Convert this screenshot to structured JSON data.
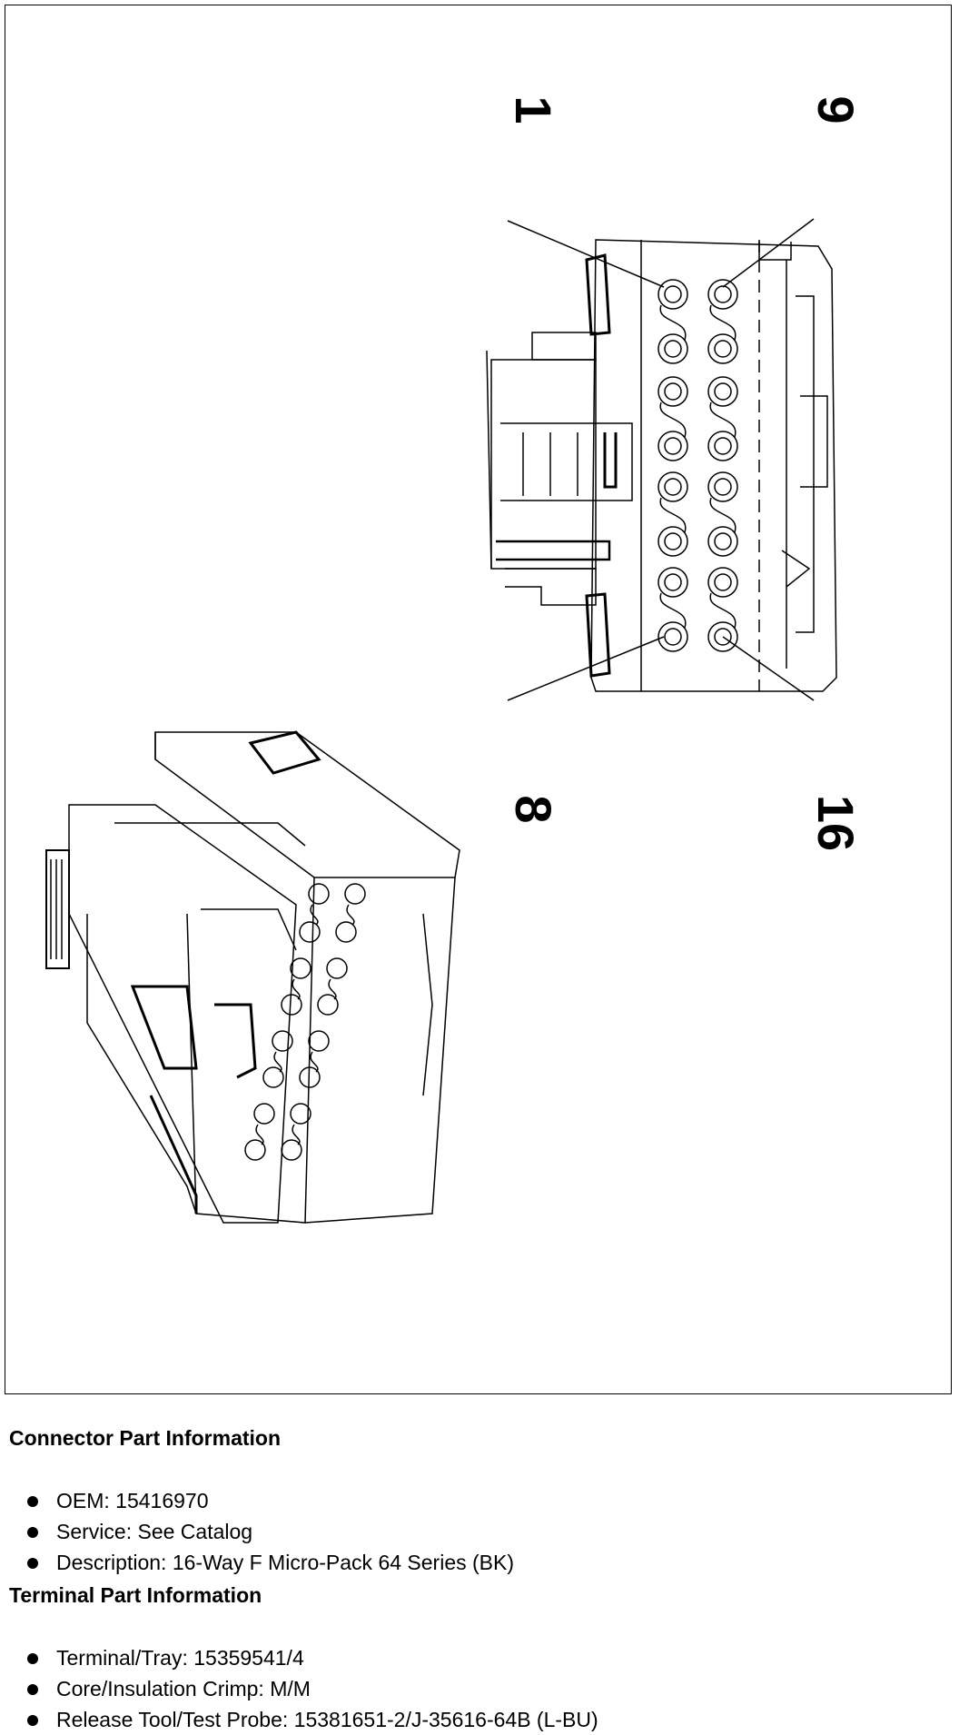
{
  "diagram": {
    "pin_labels": {
      "p1": "1",
      "p9": "9",
      "p8": "8",
      "p16": "16"
    }
  },
  "connector_info": {
    "title": "Connector Part Information",
    "items": [
      "OEM: 15416970",
      "Service: See Catalog",
      "Description: 16-Way F Micro-Pack 64 Series (BK)"
    ]
  },
  "terminal_info": {
    "title": "Terminal Part Information",
    "items": [
      "Terminal/Tray: 15359541/4",
      "Core/Insulation Crimp: M/M",
      "Release Tool/Test Probe: 15381651-2/J-35616-64B (L-BU)"
    ]
  }
}
